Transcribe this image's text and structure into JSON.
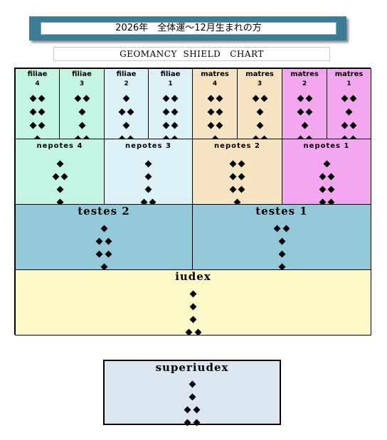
{
  "header": {
    "title": "2026年　全体運〜12月生まれの方",
    "subtitle": "GEOMANCY  SHIELD   CHART"
  },
  "colors": {
    "banner": "#3c7d95",
    "filiae": "#c4f5e3",
    "matres_left": "#f6e3c1",
    "matres_right": "#f3a7ef",
    "nepotes4": "#c4f5e3",
    "nepotes3": "#dcf2f7",
    "nepotes2": "#f6e3c1",
    "nepotes1": "#f3a7ef",
    "testes": "#93c9d9",
    "iudex": "#fef9c9",
    "superiudex": "#dce6f1"
  },
  "figures": {
    "filiae4": {
      "name": "filiae",
      "number": "4",
      "rows": [
        2,
        2,
        2,
        1
      ]
    },
    "filiae3": {
      "name": "filiae",
      "number": "3",
      "rows": [
        2,
        1,
        1,
        2
      ]
    },
    "filiae2": {
      "name": "filiae",
      "number": "2",
      "rows": [
        1,
        2,
        1,
        2
      ]
    },
    "filiae1": {
      "name": "filiae",
      "number": "1",
      "rows": [
        2,
        2,
        2,
        2
      ]
    },
    "matres4": {
      "name": "matres",
      "number": "4",
      "rows": [
        2,
        2,
        2,
        1
      ]
    },
    "matres3": {
      "name": "matres",
      "number": "3",
      "rows": [
        2,
        1,
        1,
        2
      ]
    },
    "matres2": {
      "name": "matres",
      "number": "2",
      "rows": [
        2,
        2,
        1,
        2
      ]
    },
    "matres1": {
      "name": "matres",
      "number": "1",
      "rows": [
        2,
        1,
        2,
        2
      ]
    },
    "nepotes4": {
      "name": "nepotes 4",
      "rows": [
        1,
        2,
        1,
        1
      ]
    },
    "nepotes3": {
      "name": "nepotes 3",
      "rows": [
        1,
        1,
        1,
        2
      ]
    },
    "nepotes2": {
      "name": "nepotes 2",
      "rows": [
        2,
        2,
        2,
        1
      ]
    },
    "nepotes1": {
      "name": "nepotes 1",
      "rows": [
        1,
        2,
        2,
        2
      ]
    },
    "testes2": {
      "name": "testes 2",
      "rows": [
        1,
        2,
        2,
        1
      ]
    },
    "testes1": {
      "name": "testes 1",
      "rows": [
        2,
        1,
        1,
        1
      ]
    },
    "iudex": {
      "name": "iudex",
      "rows": [
        1,
        1,
        1,
        2
      ]
    },
    "superiudex": {
      "name": "superiudex",
      "rows": [
        1,
        1,
        2,
        2
      ]
    }
  }
}
